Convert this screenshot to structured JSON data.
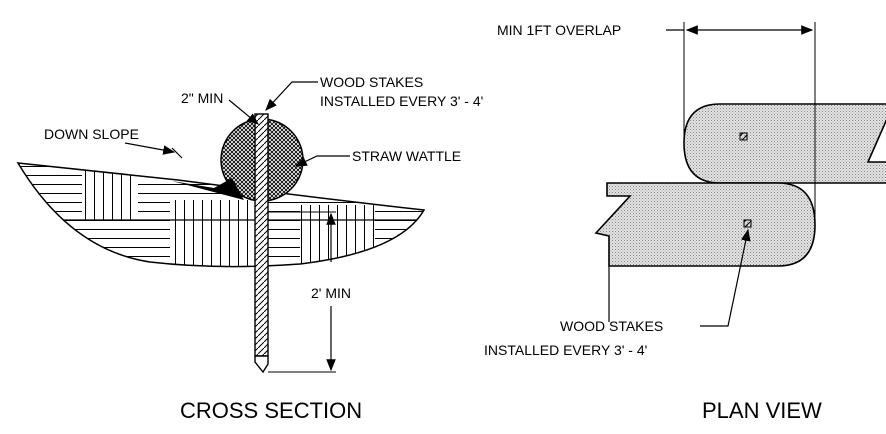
{
  "cross_section": {
    "title": "CROSS SECTION",
    "labels": {
      "stake_top": "2\" MIN",
      "wood_stakes_line1": "WOOD STAKES",
      "wood_stakes_line2": "INSTALLED EVERY 3' - 4'",
      "down_slope": "DOWN SLOPE",
      "straw_wattle": "STRAW WATTLE",
      "stake_depth": "2' MIN"
    }
  },
  "plan_view": {
    "title": "PLAN VIEW",
    "labels": {
      "overlap": "MIN 1FT OVERLAP",
      "wood_stakes_line1": "WOOD STAKES",
      "wood_stakes_line2": "INSTALLED EVERY 3' - 4'"
    }
  }
}
